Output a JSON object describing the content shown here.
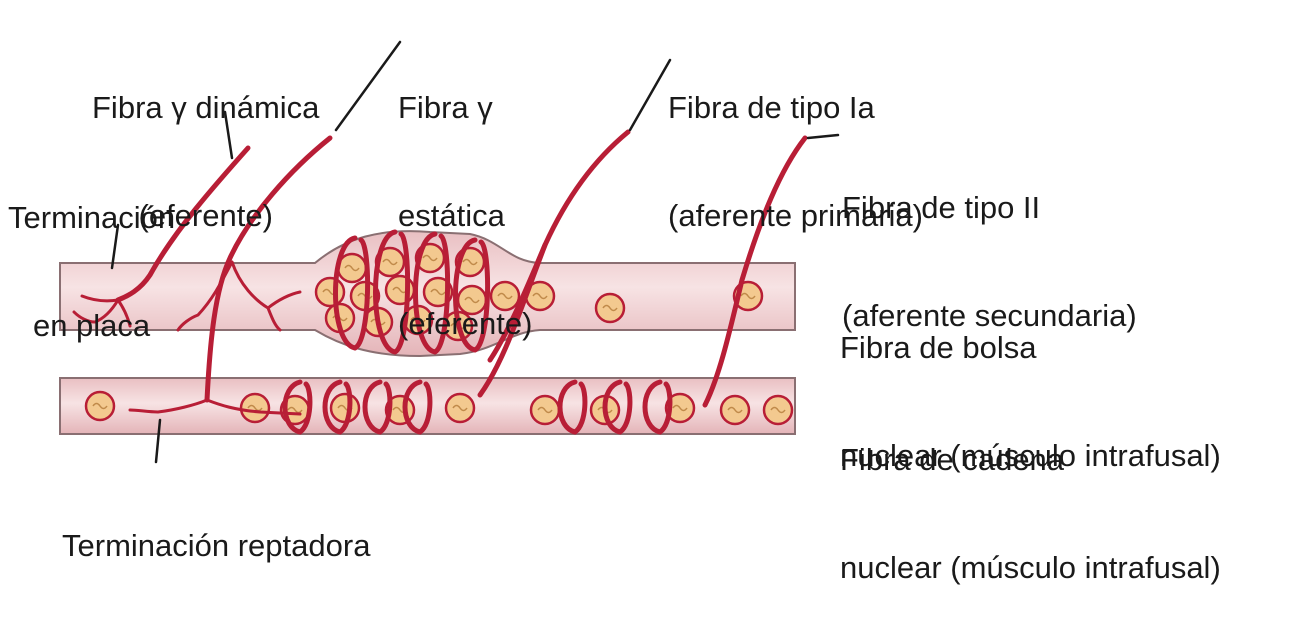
{
  "colors": {
    "nerve": "#b81e36",
    "fiber_fill": "#f1d2d4",
    "fiber_outline": "#8a6f72",
    "nucleus_fill": "#f3c98f",
    "nucleus_outline": "#b81e36",
    "text": "#1a1a1a"
  },
  "labels": {
    "gamma_dynamic": {
      "line1": "Fibra γ dinámica",
      "line2": "(eferente)"
    },
    "gamma_static": {
      "line1": "Fibra γ",
      "line2": "estática",
      "line3": "(eferente)"
    },
    "type_ia": {
      "line1": "Fibra de tipo Ia",
      "line2": "(aferente primaria)"
    },
    "type_ii": {
      "line1": "Fibra de tipo II",
      "line2": "(aferente secundaria)"
    },
    "plate_ending": {
      "line1": "Terminación",
      "line2": "en placa"
    },
    "bag_fiber": {
      "line1": "Fibra de bolsa",
      "line2": "nuclear (músculo intrafusal)"
    },
    "chain_fiber": {
      "line1": "Fibra de cadena",
      "line2": "nuclear (músculo intrafusal)"
    },
    "trail_ending": {
      "line1": "Terminación reptadora"
    }
  }
}
